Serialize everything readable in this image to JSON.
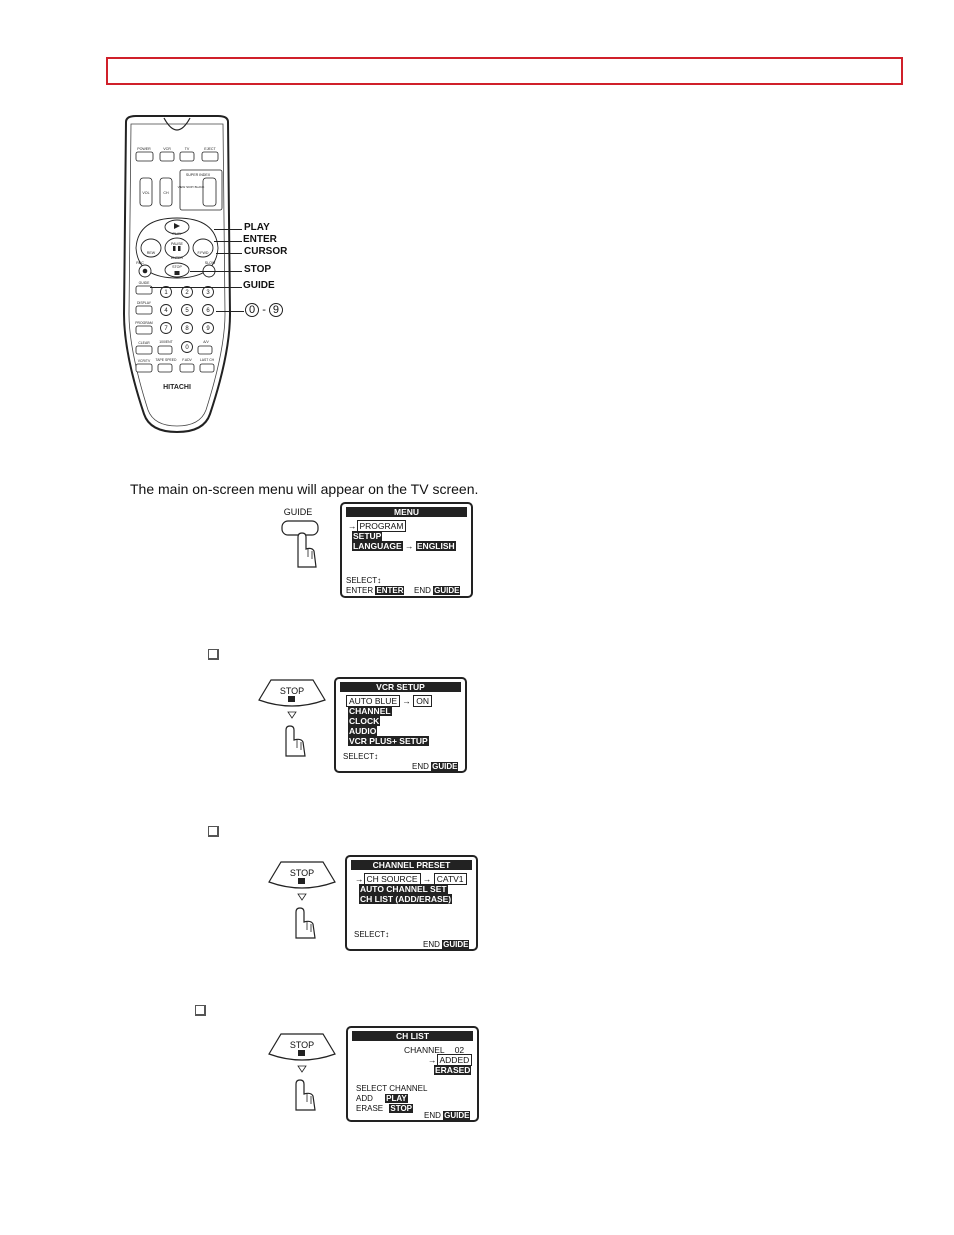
{
  "remote": {
    "callouts": [
      "PLAY",
      "ENTER",
      "CURSOR",
      "STOP",
      "GUIDE"
    ],
    "digits_callout": [
      "0",
      "-",
      "9"
    ],
    "top_buttons": [
      "POWER",
      "VCR",
      "TV",
      "EJECT"
    ],
    "side_labels": [
      "VOL",
      "CH",
      "SUPER INDEX",
      "VIEW SKIP/ BLANK"
    ],
    "transport": [
      "PLAY",
      "REW",
      "PAUSE",
      "ENTER",
      "F.FWD",
      "REC",
      "STOP",
      "SLOW"
    ],
    "left_buttons": [
      "GUIDE",
      "DISPLAY",
      "PROGRAM",
      "CLEAR",
      "VCR/TV"
    ],
    "digits": [
      "1",
      "2",
      "3",
      "4",
      "5",
      "6",
      "7",
      "8",
      "9",
      "0"
    ],
    "bottom_buttons": [
      "100/ENT",
      "A/V",
      "TAPE SPEED",
      "F.ADV",
      "LAST CH"
    ],
    "brand": "HITACHI"
  },
  "caption": "The main on-screen menu will appear on the TV screen.",
  "step1": {
    "button_label": "GUIDE",
    "screen": {
      "title": "MENU",
      "items": [
        "PROGRAM",
        "SETUP",
        "LANGUAGE",
        "ENGLISH"
      ],
      "footer_select": "SELECT",
      "footer_enter": "ENTER",
      "footer_enter_key": "ENTER",
      "footer_end": "END",
      "footer_end_key": "GUIDE"
    }
  },
  "step2": {
    "button_label": "STOP",
    "screen": {
      "title": "VCR SETUP",
      "items": [
        "AUTO BLUE",
        "ON",
        "CHANNEL",
        "CLOCK",
        "AUDIO",
        "VCR PLUS+ SETUP"
      ],
      "footer_select": "SELECT",
      "footer_end": "END",
      "footer_end_key": "GUIDE"
    }
  },
  "step3": {
    "button_label": "STOP",
    "screen": {
      "title": "CHANNEL PRESET",
      "items": [
        "CH SOURCE",
        "CATV1",
        "AUTO CHANNEL SET",
        "CH LIST (ADD/ERASE)"
      ],
      "footer_select": "SELECT",
      "footer_end": "END",
      "footer_end_key": "GUIDE"
    }
  },
  "step4": {
    "button_label": "STOP",
    "screen": {
      "title": "CH LIST",
      "channel_label": "CHANNEL",
      "channel_value": "02",
      "added": "ADDED",
      "erased": "ERASED",
      "select_channel": "SELECT CHANNEL",
      "add_label": "ADD",
      "add_key": "PLAY",
      "erase_label": "ERASE",
      "erase_key": "STOP",
      "footer_end": "END",
      "footer_end_key": "GUIDE"
    }
  }
}
